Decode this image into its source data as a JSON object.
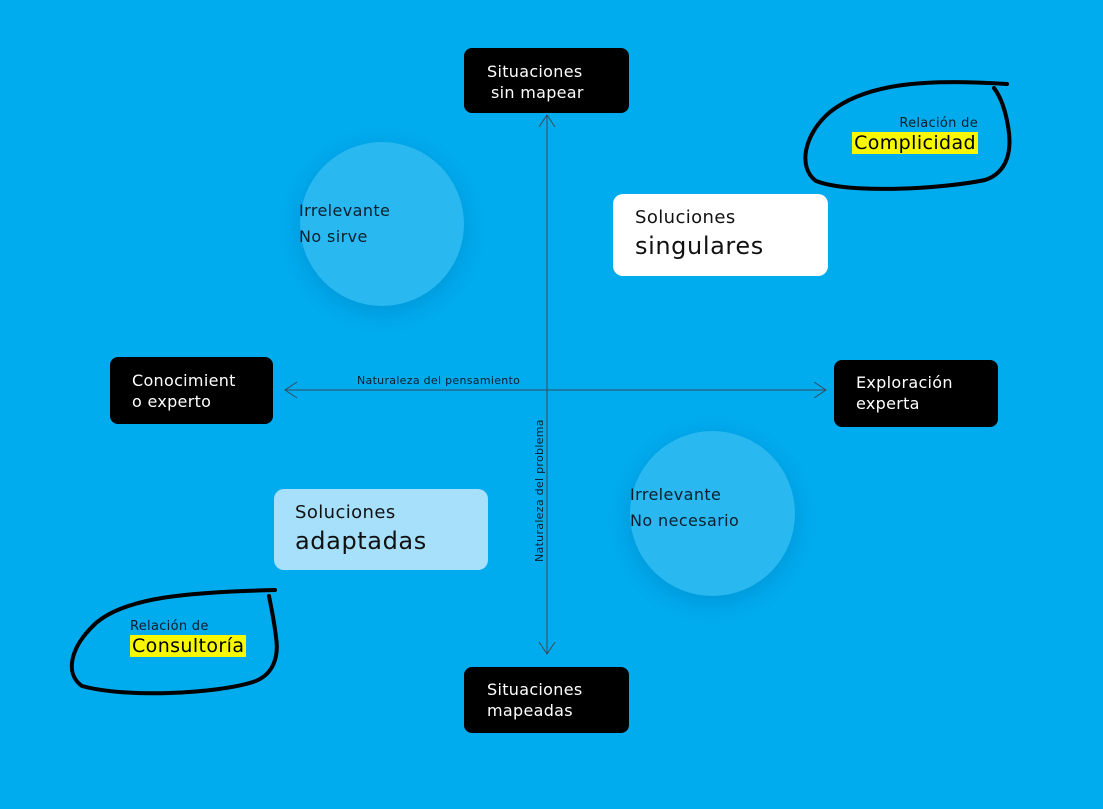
{
  "axes": {
    "horizontal_label": "Naturaleza del pensamiento",
    "vertical_label": "Naturaleza del problema"
  },
  "poles": {
    "top": [
      "Situaciones",
      "sin mapear"
    ],
    "bottom": [
      "Situaciones",
      "mapeadas"
    ],
    "left": [
      "Conocimient",
      "o experto"
    ],
    "right": [
      "Exploración",
      "experta"
    ]
  },
  "quadrants": {
    "top_left": [
      "Irrelevante",
      "No sirve"
    ],
    "bottom_right": [
      "Irrelevante",
      "No necesario"
    ],
    "top_right": {
      "small": "Soluciones",
      "big": "singulares"
    },
    "bottom_left": {
      "small": "Soluciones",
      "big": "adaptadas"
    }
  },
  "relations": {
    "top_right": {
      "small": "Relación de",
      "big": "Complicidad"
    },
    "bottom_left": {
      "small": "Relación de",
      "big": "Consultoría"
    }
  },
  "colors": {
    "background": "#00abee",
    "box_dark": "#000000",
    "box_white": "#ffffff",
    "box_light_blue": "#a6e0fb",
    "highlight": "#f7f700",
    "axis_line": "#3a4a5a"
  }
}
